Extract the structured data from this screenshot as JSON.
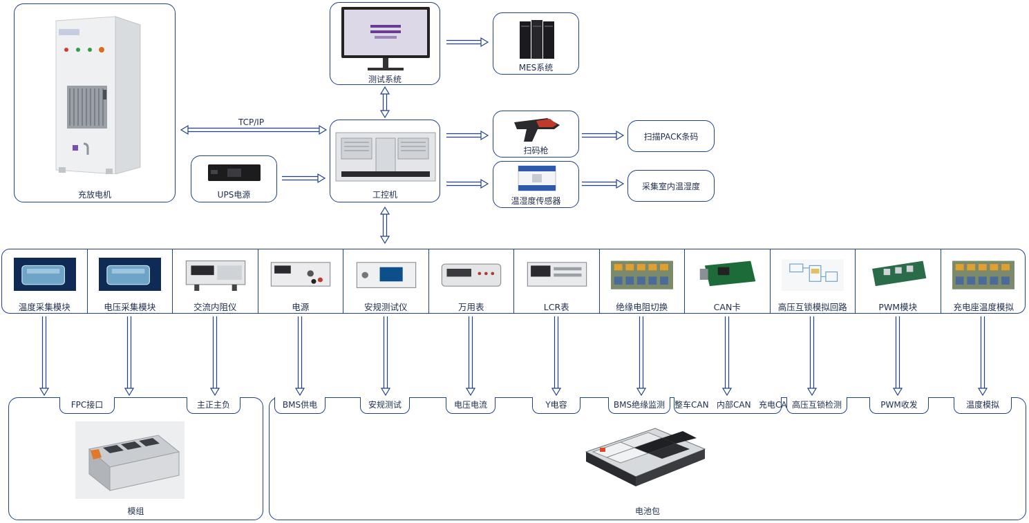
{
  "nodes": {
    "charger": "充放电机",
    "test_system": "测试系统",
    "mes": "MES系统",
    "ipc": "工控机",
    "ups": "UPS电源",
    "scanner": "扫码枪",
    "scan_target": "扫描PACK条码",
    "sensor": "温湿度传感器",
    "sensor_target": "采集室内温湿度"
  },
  "edges": {
    "tcp_ip": "TCP/IP"
  },
  "modules": [
    {
      "label": "温度采集模块",
      "icon": "acquisition-module-icon"
    },
    {
      "label": "电压采集模块",
      "icon": "acquisition-module-icon"
    },
    {
      "label": "交流内阻仪",
      "icon": "instrument-icon"
    },
    {
      "label": "电源",
      "icon": "power-supply-icon"
    },
    {
      "label": "安规测试仪",
      "icon": "safety-tester-icon"
    },
    {
      "label": "万用表",
      "icon": "multimeter-icon"
    },
    {
      "label": "LCR表",
      "icon": "lcr-meter-icon"
    },
    {
      "label": "绝缘电阻切换",
      "icon": "relay-board-icon"
    },
    {
      "label": "CAN卡",
      "icon": "can-card-icon"
    },
    {
      "label": "高压互锁模拟回路",
      "icon": "circuit-diagram-icon"
    },
    {
      "label": "PWM模块",
      "icon": "pci-card-icon"
    },
    {
      "label": "充电座温度模拟",
      "icon": "relay-board-icon"
    }
  ],
  "module_group": {
    "title": "模组",
    "tabs": [
      "FPC接口",
      "主正主负"
    ]
  },
  "pack_group": {
    "title": "电池包",
    "tabs": [
      "BMS供电",
      "安规测试",
      "电压电流",
      "Y电容",
      "BMS绝缘监测",
      "整车CAN   内部CAN   充电CAN",
      "高压互锁检测",
      "PWM收发",
      "温度模拟"
    ]
  }
}
